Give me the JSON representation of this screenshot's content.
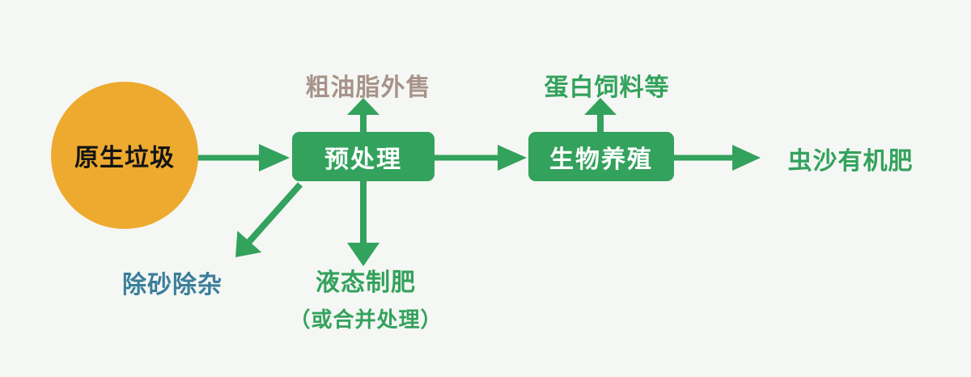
{
  "diagram": {
    "nodes": {
      "source": "原生垃圾",
      "pretreatment": "预处理",
      "breeding": "生物养殖"
    },
    "labels": {
      "crude_oil": "粗油脂外售",
      "protein_feed": "蛋白饲料等",
      "insect_sand_fertilizer": "虫沙有机肥",
      "sand_removal": "除砂除杂",
      "liquid_fertilizer_line1": "液态制肥",
      "liquid_fertilizer_line2": "（或合并处理）"
    },
    "colors": {
      "background": "#F5F7F4",
      "green": "#33A25C",
      "orange": "#EDAA2F",
      "tan": "#A7938A",
      "teal": "#3A7F9A",
      "box_text": "#FFFFFF",
      "circle_text": "#141414"
    }
  }
}
